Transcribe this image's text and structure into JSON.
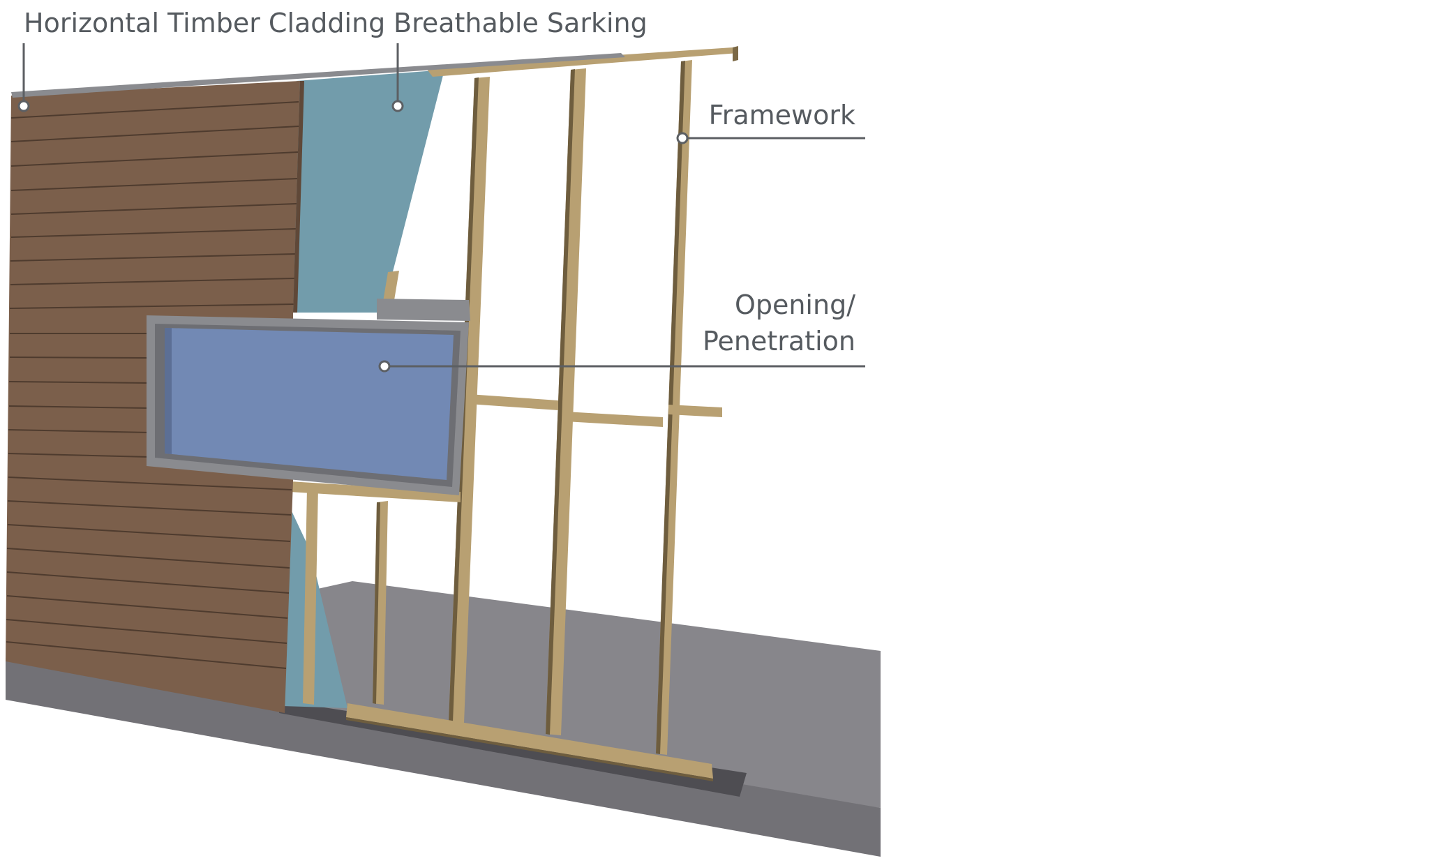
{
  "labels": {
    "cladding": "Horizontal Timber Cladding",
    "sarking": "Breathable Sarking",
    "framework": "Framework",
    "opening_line1": "Opening/",
    "opening_line2": "Penetration"
  },
  "colors": {
    "cladding": "#7b5f4b",
    "cladding_line": "#4e3b2e",
    "sarking": "#729cab",
    "timber": "#b8a072",
    "timber_dark": "#6e5d3e",
    "glass": "#7289b4",
    "window_frame": "#8a8b8f",
    "slab": "#87868b",
    "slab_dark": "#5c5b60",
    "leader": "#5c5f63"
  }
}
